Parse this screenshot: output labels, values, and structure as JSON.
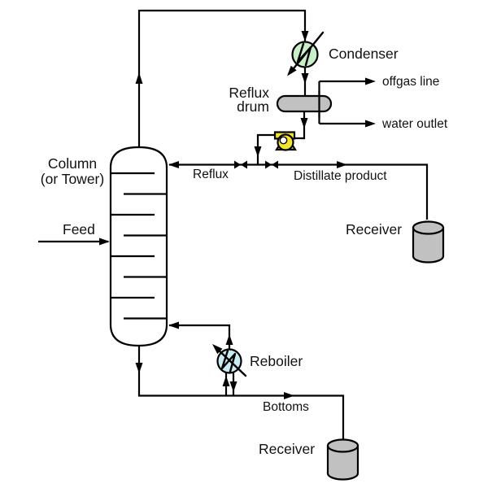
{
  "diagram": {
    "kind": "distillation-process-flow-diagram",
    "equipment_labels": {
      "condenser": "Condenser",
      "reflux_drum": [
        "Reflux",
        "drum"
      ],
      "column": [
        "Column",
        "(or Tower)"
      ],
      "reboiler": "Reboiler",
      "receiver_distillate": "Receiver",
      "receiver_bottoms": "Receiver"
    },
    "stream_labels": {
      "feed": "Feed",
      "reflux": "Reflux",
      "distillate": "Distillate product",
      "offgas": "offgas line",
      "water": "water outlet",
      "bottoms": "Bottoms"
    },
    "colors": {
      "condenser": "#c9efc9",
      "reboiler": "#c9ecf2",
      "pump": "#f2e52a",
      "vessel": "#c1c1c1",
      "column_fill": "#ffffff",
      "line": "#000000",
      "background": "#ffffff"
    }
  }
}
